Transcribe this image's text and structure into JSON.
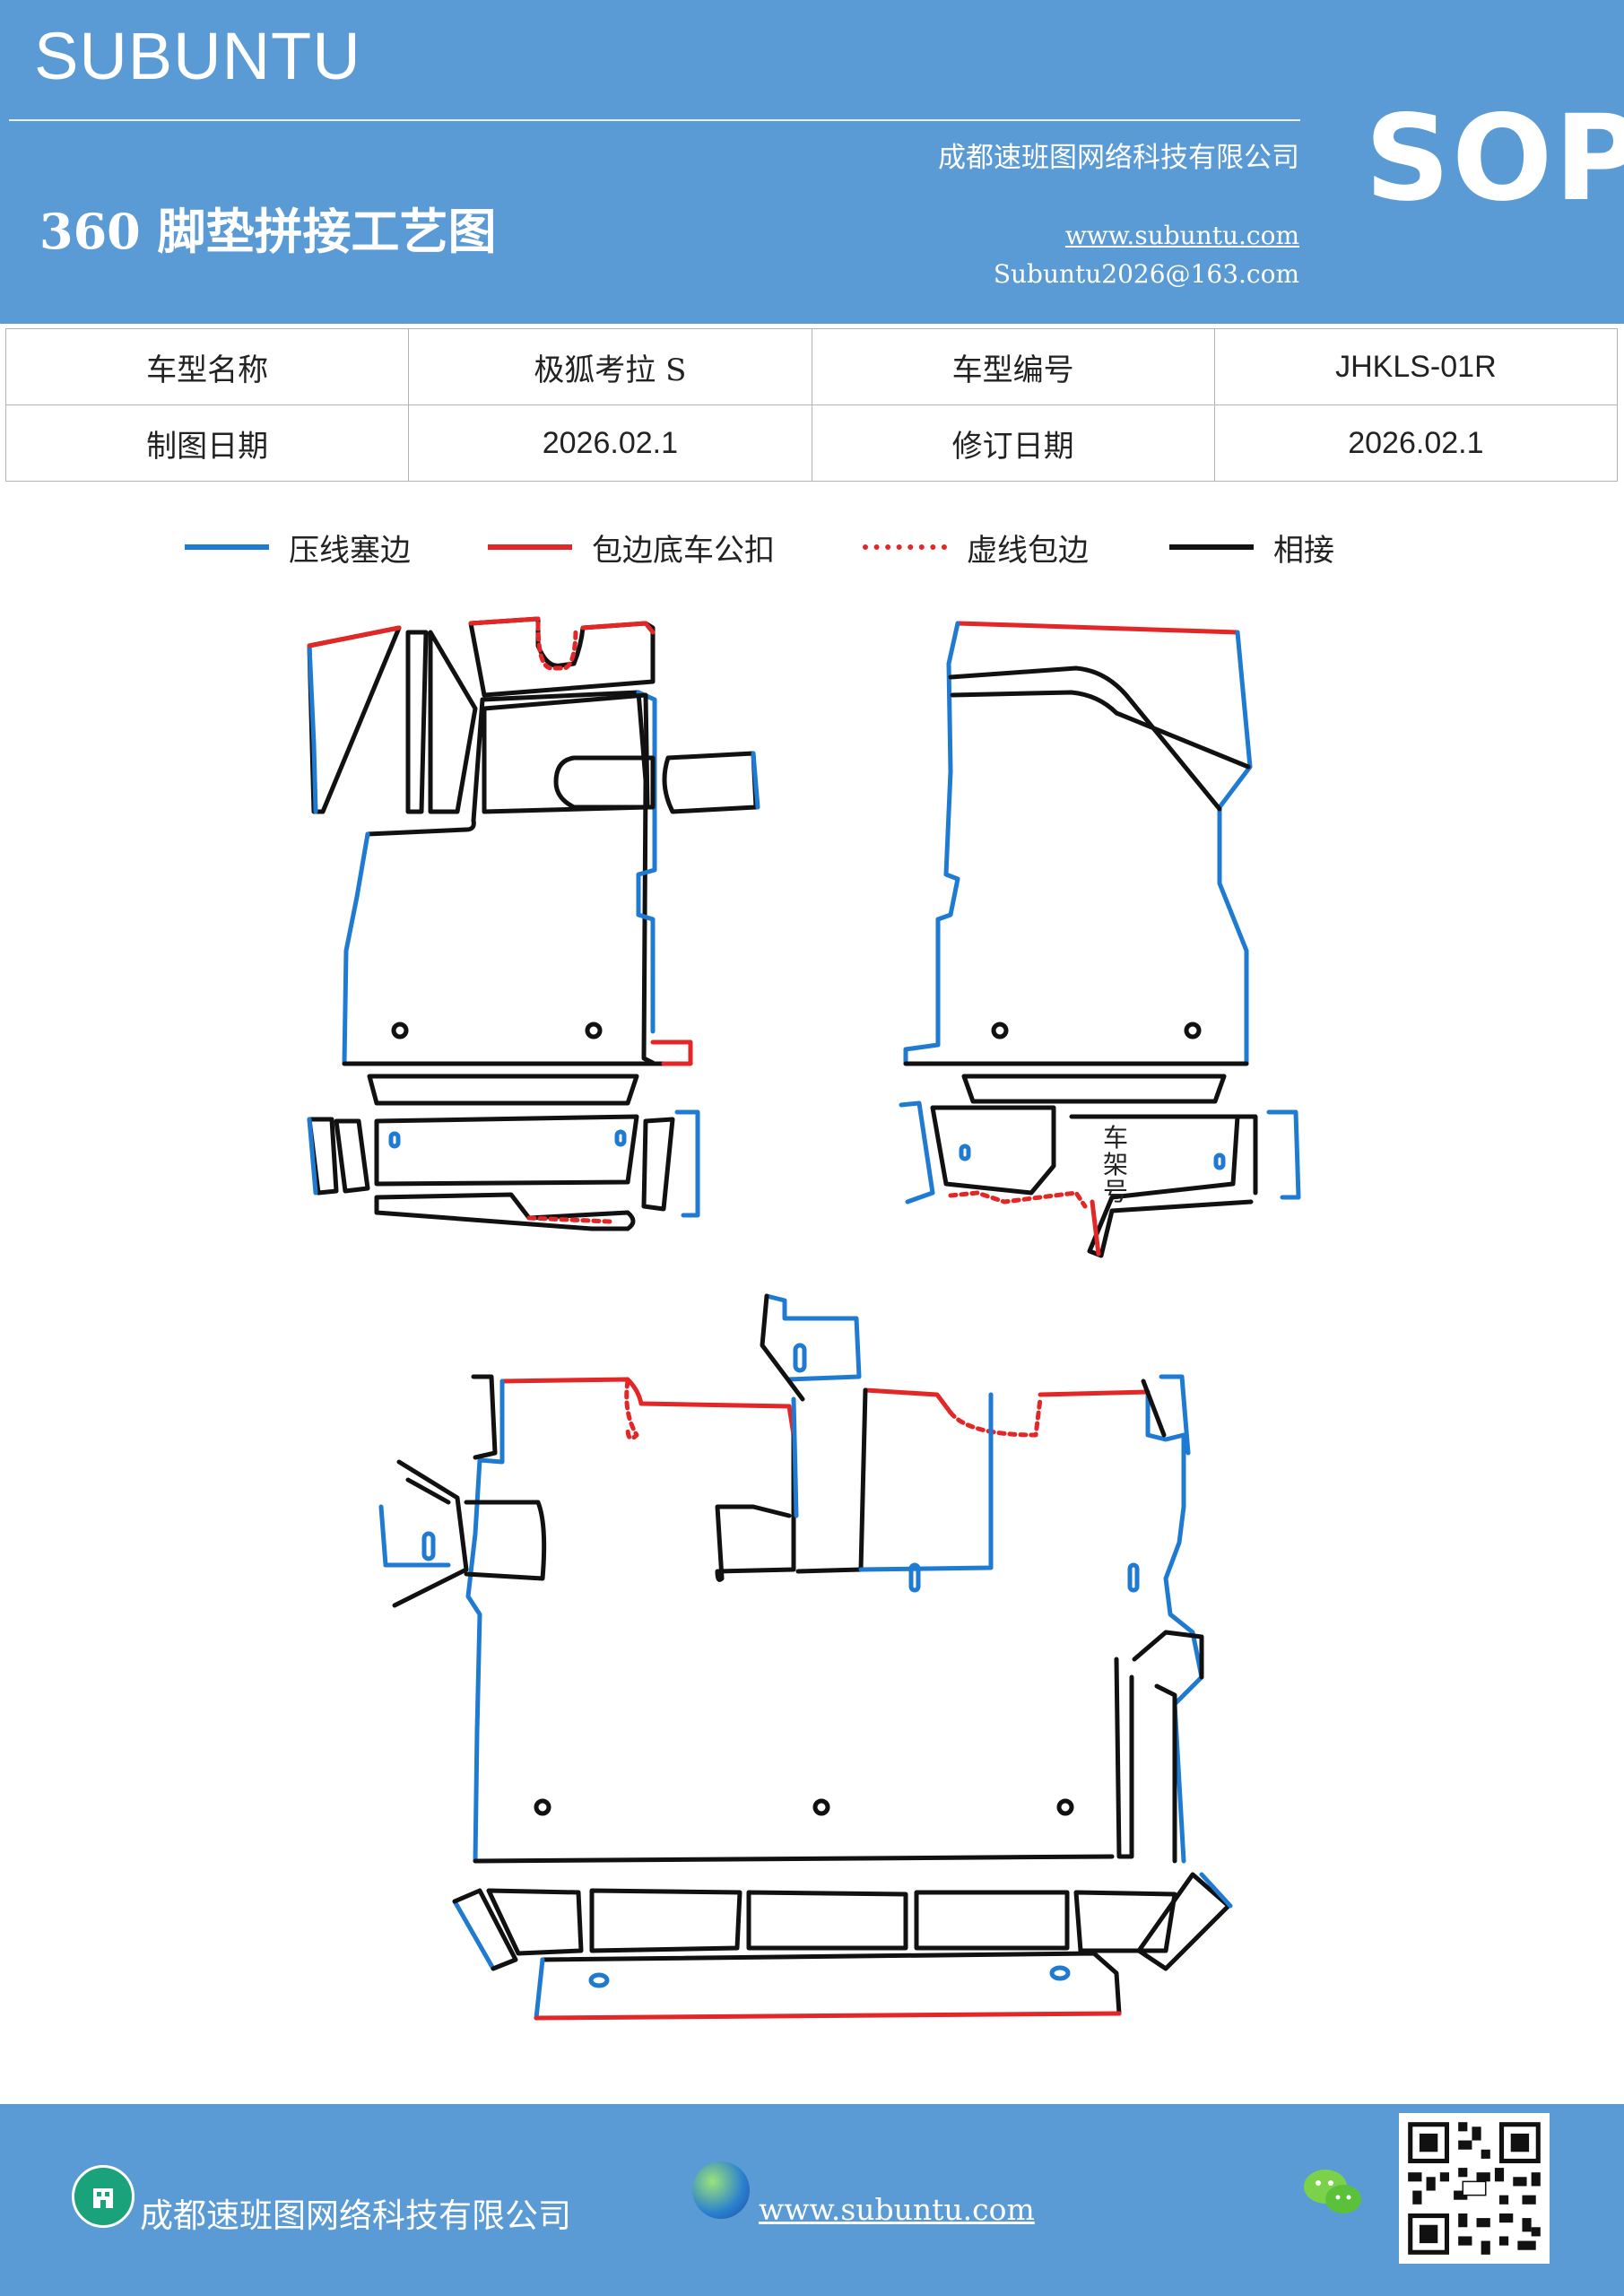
{
  "header": {
    "brand": "SUBUNTU",
    "company": "成都速班图网络科技有限公司",
    "title": "360 脚垫拼接工艺图",
    "website": "www.subuntu.com",
    "email": "Subuntu2026@163.com",
    "badge": "SOP"
  },
  "info_table": {
    "rows": [
      [
        "车型名称",
        "极狐考拉 S",
        "车型编号",
        "JHKLS-01R"
      ],
      [
        "制图日期",
        "2026.02.1",
        "修订日期",
        "2026.02.1"
      ]
    ]
  },
  "legend": [
    {
      "label": "压线塞边",
      "color": "#1f7ad1",
      "style": "solid"
    },
    {
      "label": "包边底车公扣",
      "color": "#e32626",
      "style": "solid"
    },
    {
      "label": "虚线包边",
      "color": "#e32626",
      "style": "dotted"
    },
    {
      "label": "相接",
      "color": "#111111",
      "style": "solid"
    }
  ],
  "drawing": {
    "annotation": "车架号"
  },
  "footer": {
    "company": "成都速班图网络科技有限公司",
    "website": "www.subuntu.com"
  },
  "colors": {
    "header_bg": "#5b9bd5",
    "blue_edge": "#1f7ad1",
    "red_edge": "#d93a3a",
    "black_edge": "#111111"
  }
}
